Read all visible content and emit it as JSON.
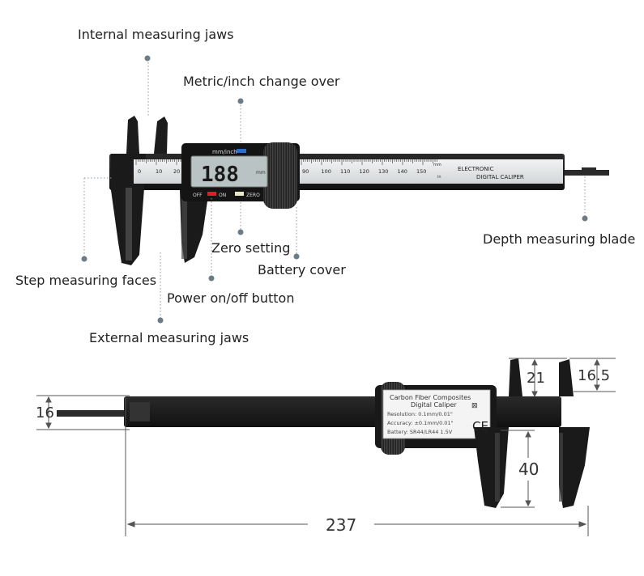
{
  "callouts": {
    "internal_jaws": "Internal measuring jaws",
    "metric_inch": "Metric/inch change over",
    "zero_setting": "Zero setting",
    "battery_cover": "Battery cover",
    "step_faces": "Step measuring faces",
    "power_button": "Power on/off button",
    "external_jaws": "External measuring jaws",
    "depth_blade": "Depth measuring blade"
  },
  "caliper_top": {
    "display_value": "188",
    "display_unit": "mm",
    "mode_label": "mm/inch",
    "off_label": "OFF",
    "on_label": "ON",
    "zero_label": "ZERO",
    "brand_line1": "ELECTRONIC",
    "brand_line2": "DIGITAL CALIPER",
    "scale_numbers_left": [
      "0",
      "10",
      "20"
    ],
    "scale_numbers_right": [
      "90",
      "100",
      "110",
      "120",
      "130",
      "140",
      "150"
    ],
    "scale_unit_mm": "mm",
    "scale_unit_in": "in"
  },
  "caliper_bottom": {
    "label_line1": "Carbon Fiber Composites",
    "label_line2": "Digital Caliper",
    "resolution": "Resolution: 0.1mm/0.01\"",
    "accuracy": "Accuracy: ±0.1mm/0.01\"",
    "battery": "Battery: SR44/LR44 1.5V",
    "ce_mark": "CE",
    "recycle_mark": "⊠"
  },
  "dimensions": {
    "total_length": "237",
    "depth_height": "16",
    "internal_jaw": "21",
    "internal_jaw_tip": "16.5",
    "external_jaw": "40"
  },
  "colors": {
    "body": "#1c1c1c",
    "scale": "#e4e6e8",
    "lcd": "#b9c3c3",
    "red_button": "#d2232a",
    "callout_dot": "#6b7c86"
  }
}
